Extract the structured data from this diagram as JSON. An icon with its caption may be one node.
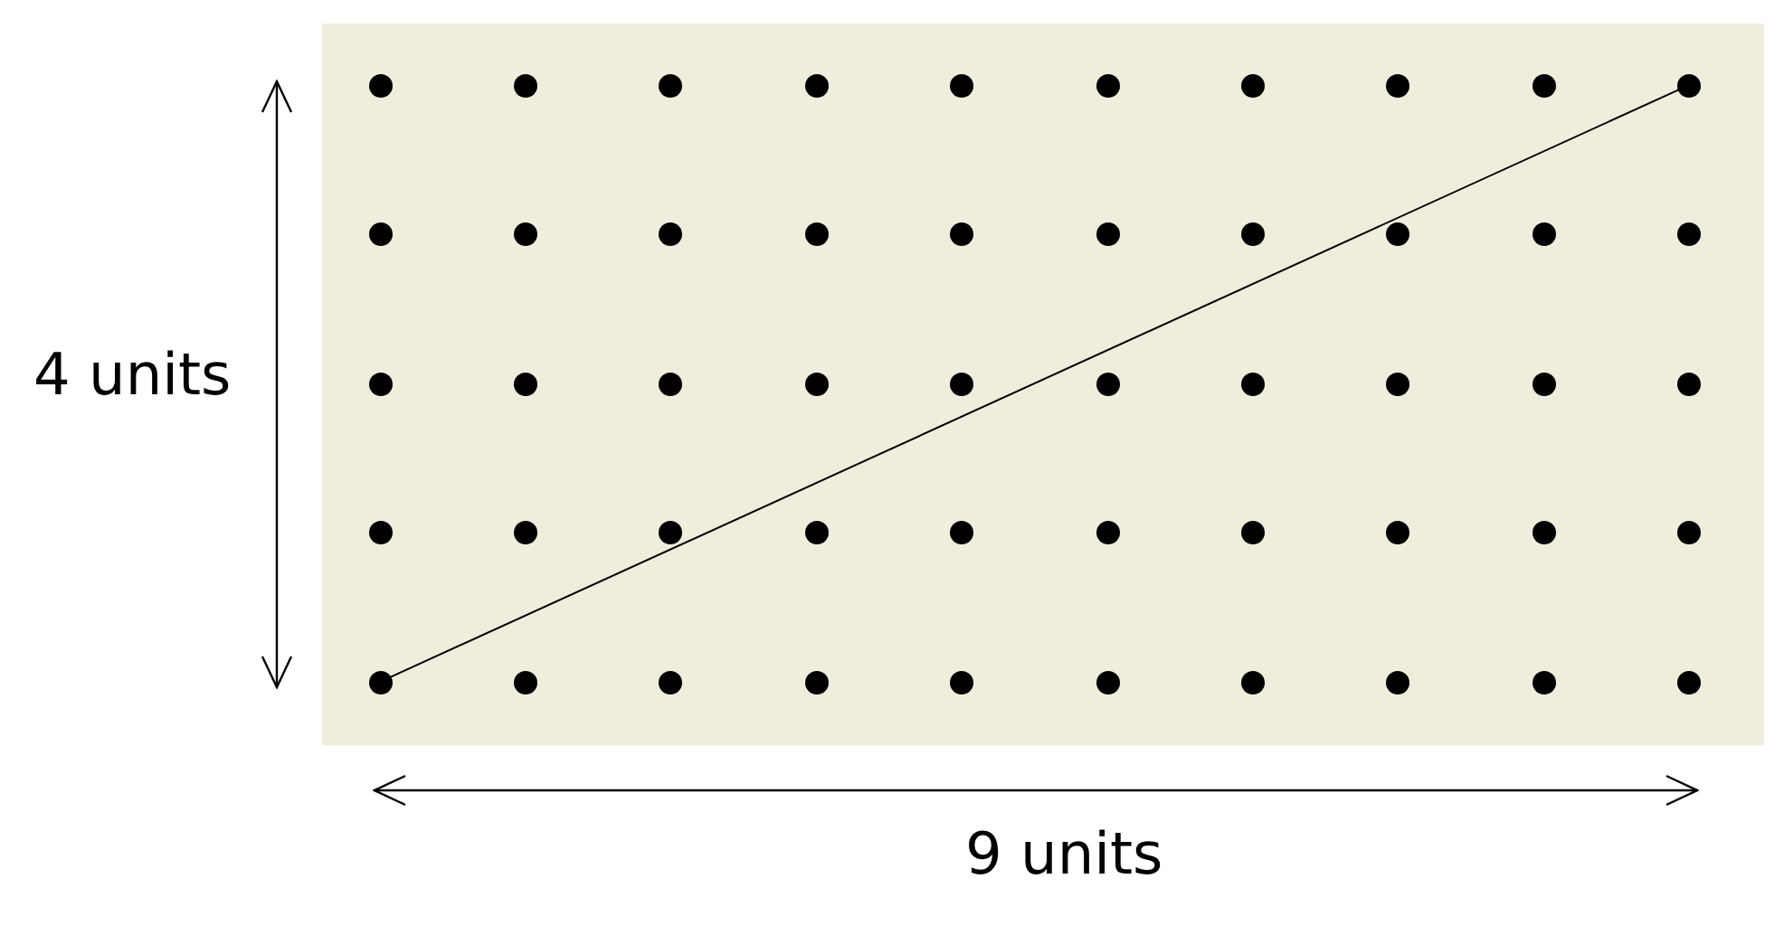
{
  "diagram": {
    "nodes": [
      {
        "text": [],
        "shape": "circle"
      },
      {
        "text": [],
        "shape": "circle"
      },
      {
        "text": [],
        "shape": "circle"
      },
      {
        "text": [],
        "shape": "circle"
      },
      {
        "text": [],
        "shape": "circle"
      },
      {
        "text": [],
        "shape": "circle"
      },
      {
        "text": [],
        "shape": "circle"
      },
      {
        "text": [],
        "shape": "circle"
      },
      {
        "text": [],
        "shape": "circle"
      },
      {
        "text": [],
        "shape": "circle"
      },
      {
        "text": [],
        "shape": "circle"
      },
      {
        "text": [],
        "shape": "circle"
      },
      {
        "text": [],
        "shape": "circle"
      },
      {
        "text": [],
        "shape": "circle"
      },
      {
        "text": [],
        "shape": "circle"
      },
      {
        "text": [],
        "shape": "circle"
      },
      {
        "text": [],
        "shape": "circle"
      },
      {
        "text": [],
        "shape": "circle"
      },
      {
        "text": [],
        "shape": "circle"
      },
      {
        "text": [],
        "shape": "circle"
      },
      {
        "text": [],
        "shape": "circle"
      },
      {
        "text": [],
        "shape": "circle"
      },
      {
        "text": [],
        "shape": "circle"
      },
      {
        "text": [],
        "shape": "circle"
      },
      {
        "text": [],
        "shape": "circle"
      },
      {
        "text": [],
        "shape": "circle"
      },
      {
        "text": [],
        "shape": "circle"
      },
      {
        "text": [],
        "shape": "circle"
      },
      {
        "text": [],
        "shape": "circle"
      },
      {
        "text": [],
        "shape": "circle"
      },
      {
        "text": [],
        "shape": "circle"
      },
      {
        "text": [],
        "shape": "circle"
      },
      {
        "text": [],
        "shape": "circle"
      },
      {
        "text": [],
        "shape": "circle"
      },
      {
        "text": [],
        "shape": "circle"
      },
      {
        "text": [],
        "shape": "circle"
      },
      {
        "text": [],
        "shape": "circle"
      },
      {
        "text": [],
        "shape": "circle"
      },
      {
        "text": [],
        "shape": "circle"
      },
      {
        "text": [],
        "shape": "circle"
      },
      {
        "text": [],
        "shape": "circle"
      },
      {
        "text": [],
        "shape": "circle"
      },
      {
        "text": [],
        "shape": "circle"
      },
      {
        "text": [],
        "shape": "circle"
      },
      {
        "text": [],
        "shape": "circle"
      },
      {
        "text": [],
        "shape": "circle"
      },
      {
        "text": [],
        "shape": "circle"
      },
      {
        "text": [],
        "shape": "circle"
      },
      {
        "text": [],
        "shape": "circle"
      },
      {
        "text": [],
        "shape": "circle"
      }
    ],
    "edges": [
      {
        "from": 40,
        "to": 9,
        "arrow": "none"
      }
    ],
    "labels": [
      "4 units",
      "9 units"
    ]
  }
}
